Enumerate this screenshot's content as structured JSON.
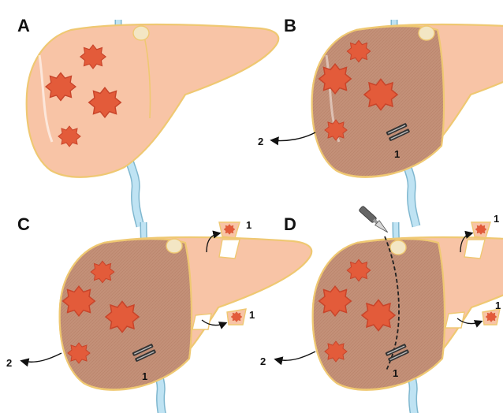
{
  "panels": [
    {
      "letter": "A"
    },
    {
      "letter": "B",
      "step_1": "1",
      "step_2": "2"
    },
    {
      "letter": "C",
      "step_1_top": "1",
      "step_1_bottom": "1",
      "step_1_clamp": "1",
      "step_2": "2"
    },
    {
      "letter": "D",
      "step_1_top": "1",
      "step_1_bottom": "1",
      "step_1_clamp": "1",
      "step_2": "2"
    }
  ],
  "colors": {
    "liver_fill": "#f8c4a6",
    "liver_outline": "#efc872",
    "atrophic_fill": "#c6937a",
    "tumor_fill": "#e35b3a",
    "tumor_stroke": "#c8442a",
    "vessel": "#bfe3f3",
    "vessel_edge": "#7fb7cf",
    "gallbladder": "#f3e6c4"
  },
  "icons": [
    "liver",
    "tumor",
    "portal-vein",
    "vessel-clamp",
    "wedge-resection",
    "scalpel",
    "transection-line",
    "arrow"
  ]
}
